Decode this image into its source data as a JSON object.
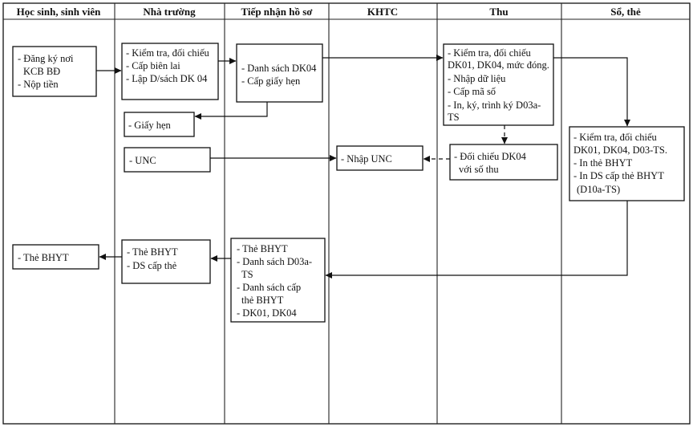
{
  "lanes": [
    "Học sinh, sinh viên",
    "Nhà trường",
    "Tiếp nhận hồ sơ",
    "KHTC",
    "Thu",
    "Sổ, thẻ"
  ],
  "boxes": {
    "register": [
      "- Đăng ký nơi",
      "KCB BĐ",
      "- Nộp tiền"
    ],
    "school_check": [
      "- Kiểm tra, đối chiếu",
      "- Cấp biên lai",
      "- Lập D/sách DK 04"
    ],
    "receive_list": [
      "- Danh sách DK04",
      "- Cấp giấy hẹn"
    ],
    "thu_check": [
      "- Kiểm tra, đối chiếu",
      "DK01, DK04, mức đóng.",
      "- Nhập dữ liệu",
      "- Cấp mã số",
      "- In, ký, trình ký D03a-",
      "TS"
    ],
    "appointment": [
      "- Giấy hẹn"
    ],
    "unc": [
      "- UNC"
    ],
    "nhap_unc": [
      "- Nhập UNC"
    ],
    "doi_chieu": [
      "- Đối chiếu DK04",
      "với số thu"
    ],
    "so_the_check": [
      "- Kiểm tra, đối chiếu",
      "DK01, DK04, D03-TS.",
      "- In thẻ BHYT",
      "- In DS cấp thẻ BHYT",
      "(D10a-TS)"
    ],
    "student_card": [
      "- Thẻ BHYT"
    ],
    "school_card": [
      "- Thẻ BHYT",
      "- DS cấp thẻ"
    ],
    "receive_card": [
      "- Thẻ BHYT",
      "- Danh sách D03a-",
      "TS",
      "- Danh sách cấp",
      "thẻ BHYT",
      "- DK01, DK04"
    ]
  }
}
